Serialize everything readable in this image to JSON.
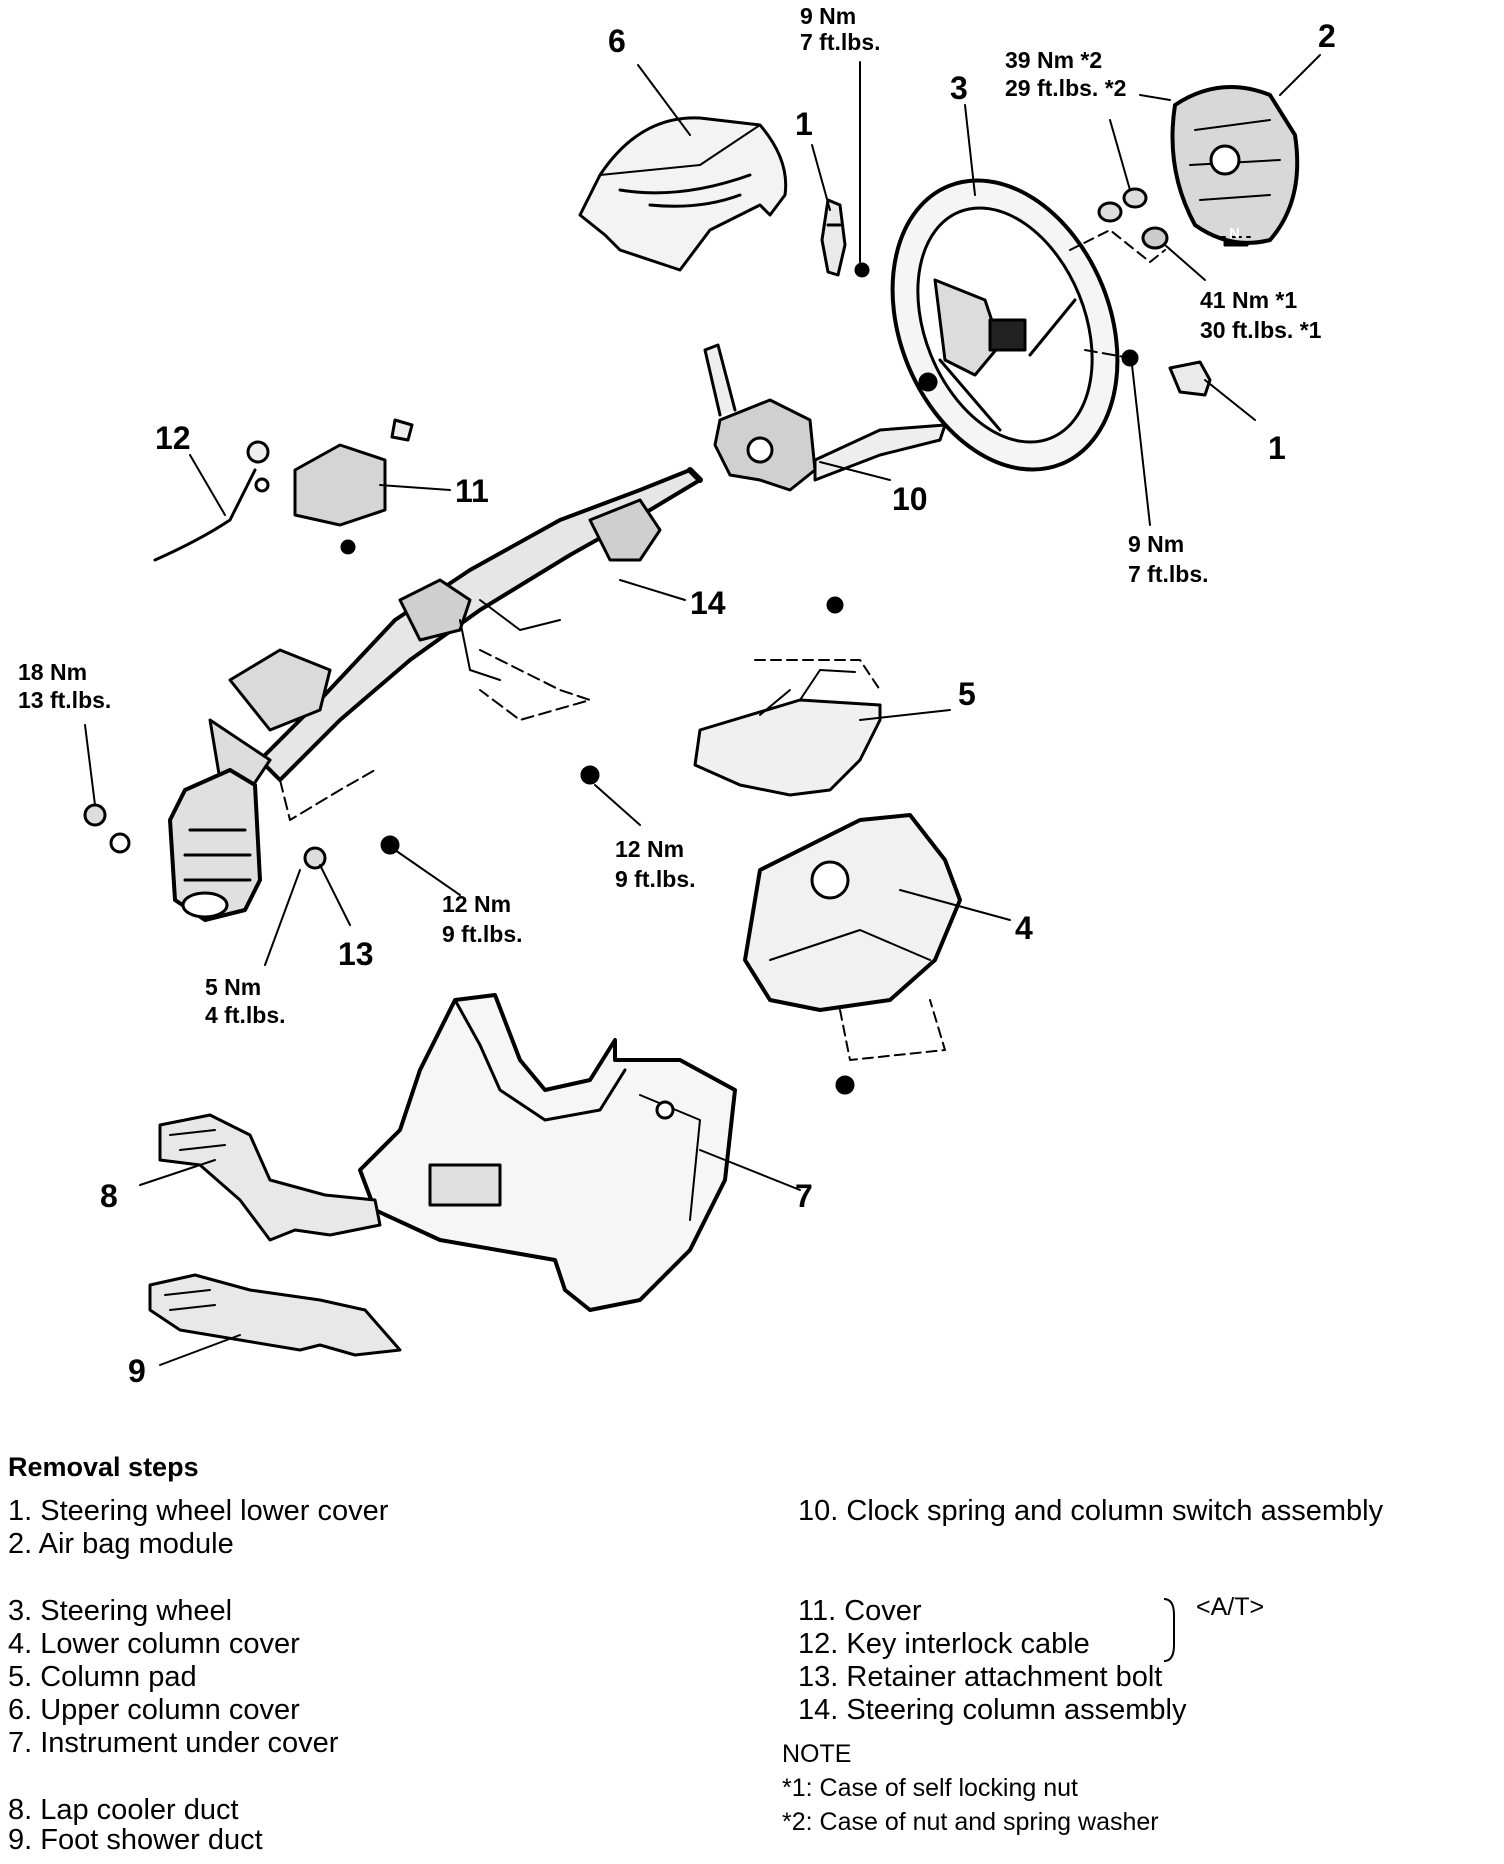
{
  "labels": {
    "n1a": "1",
    "n1b": "1",
    "n2": "2",
    "n3": "3",
    "n4": "4",
    "n5": "5",
    "n6": "6",
    "n7": "7",
    "n8": "8",
    "n9": "9",
    "n10": "10",
    "n11": "11",
    "n12": "12",
    "n13": "13",
    "n14": "14",
    "t_top_a": "9 Nm",
    "t_top_b": "7 ft.lbs.",
    "t_39a": "39 Nm *2",
    "t_39b": "29 ft.lbs. *2",
    "t_41a": "41 Nm *1",
    "t_41b": "30 ft.lbs. *1",
    "t_9r_a": "9 Nm",
    "t_9r_b": "7 ft.lbs.",
    "t_18a": "18 Nm",
    "t_18b": "13 ft.lbs.",
    "t_12m_a": "12 Nm",
    "t_12m_b": "9 ft.lbs.",
    "t_12c_a": "12 Nm",
    "t_12c_b": "9 ft.lbs.",
    "t_5a": "5 Nm",
    "t_5b": "4 ft.lbs.",
    "n_box": "N"
  },
  "removal": {
    "title": "Removal steps",
    "left": [
      "1. Steering wheel lower cover",
      "2. Air bag module",
      "3. Steering wheel",
      "4. Lower column cover",
      "5. Column pad",
      "6. Upper column cover",
      "7. Instrument under cover",
      "8. Lap cooler duct",
      "9. Foot shower duct"
    ],
    "right": [
      "10. Clock spring and column switch assembly",
      "11. Cover",
      "12. Key interlock cable",
      "13. Retainer attachment bolt",
      "14. Steering column assembly"
    ],
    "at_tag": "<A/T>",
    "note_title": "NOTE",
    "notes": [
      "*1: Case of self locking nut",
      "*2: Case of nut and spring washer"
    ]
  }
}
